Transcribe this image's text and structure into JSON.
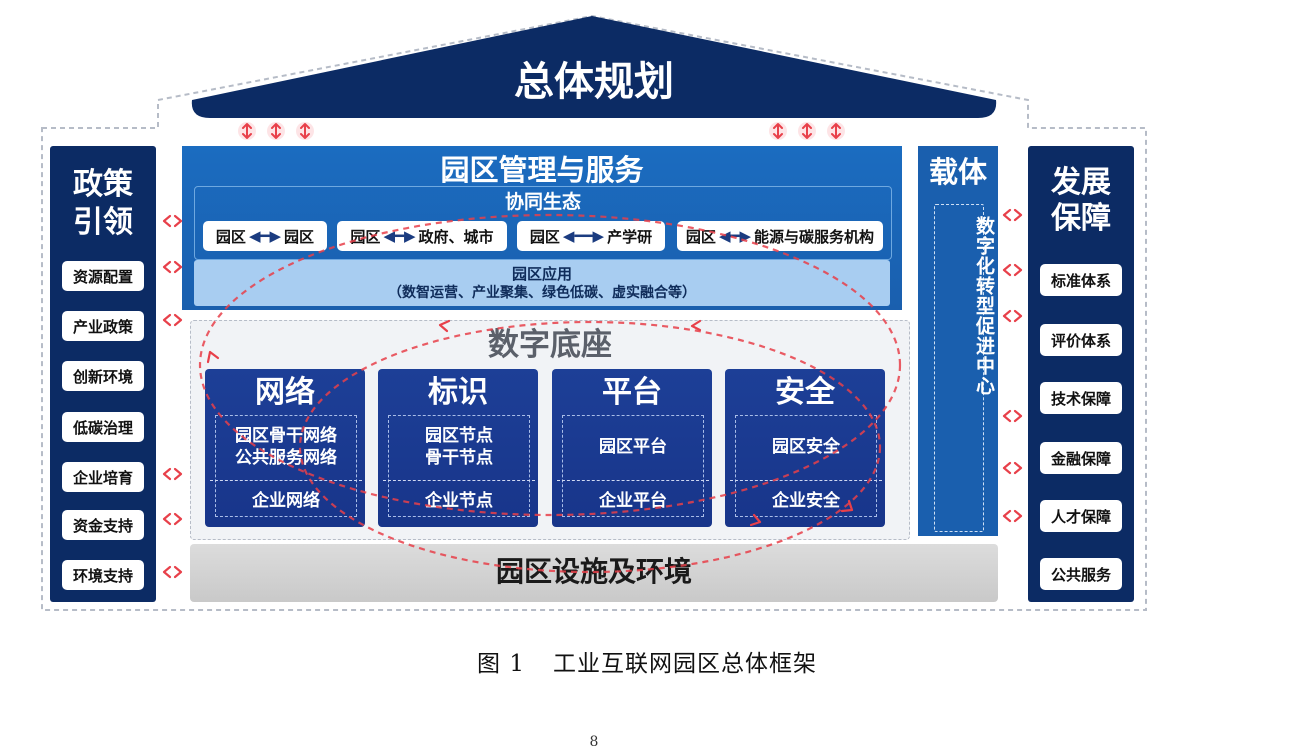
{
  "roof": {
    "title": "总体规划"
  },
  "left_column": {
    "title_line1": "政策",
    "title_line2": "引领",
    "items": [
      "资源配置",
      "产业政策",
      "创新环境",
      "低碳治理",
      "企业培育",
      "资金支持",
      "环境支持"
    ]
  },
  "right_column": {
    "title_line1": "发展",
    "title_line2": "保障",
    "items": [
      "标准体系",
      "评价体系",
      "技术保障",
      "金融保障",
      "人才保障",
      "公共服务"
    ]
  },
  "management": {
    "title": "园区管理与服务",
    "ecosystem": {
      "title": "协同生态",
      "pairs": [
        {
          "left": "园区",
          "right": "园区"
        },
        {
          "left": "园区",
          "right": "政府、城市"
        },
        {
          "left": "园区",
          "right": "产学研"
        },
        {
          "left": "园区",
          "right": "能源与碳服务机构"
        }
      ]
    },
    "applications": {
      "title": "园区应用",
      "subtitle": "（数智运营、产业聚集、绿色低碳、虚实融合等）"
    }
  },
  "carrier": {
    "title": "载体",
    "inner_text": "数字化转型促进中心"
  },
  "digital_base": {
    "title": "数字底座",
    "pillars": [
      {
        "title": "网络",
        "top_lines": [
          "园区骨干网络",
          "公共服务网络"
        ],
        "bottom": "企业网络"
      },
      {
        "title": "标识",
        "top_lines": [
          "园区节点",
          "骨干节点"
        ],
        "bottom": "企业节点"
      },
      {
        "title": "平台",
        "top_lines": [
          "园区平台"
        ],
        "bottom": "企业平台"
      },
      {
        "title": "安全",
        "top_lines": [
          "园区安全"
        ],
        "bottom": "企业安全"
      }
    ]
  },
  "facilities": {
    "title": "园区设施及环境"
  },
  "caption": {
    "label": "图 1",
    "text": "工业互联网园区总体框架"
  },
  "page_number": "8",
  "colors": {
    "navy": "#0c2b64",
    "mid_blue": "#1a5fae",
    "light_blue": "#a8cdf1",
    "pillar_blue": "#1d3f97",
    "arrow_red": "#e8404a",
    "dashed_grey": "#b6bcc7"
  },
  "icons": [
    "double-headed-arrow-icon",
    "vertical-double-arrow-icon",
    "cycle-arrow-icon"
  ]
}
